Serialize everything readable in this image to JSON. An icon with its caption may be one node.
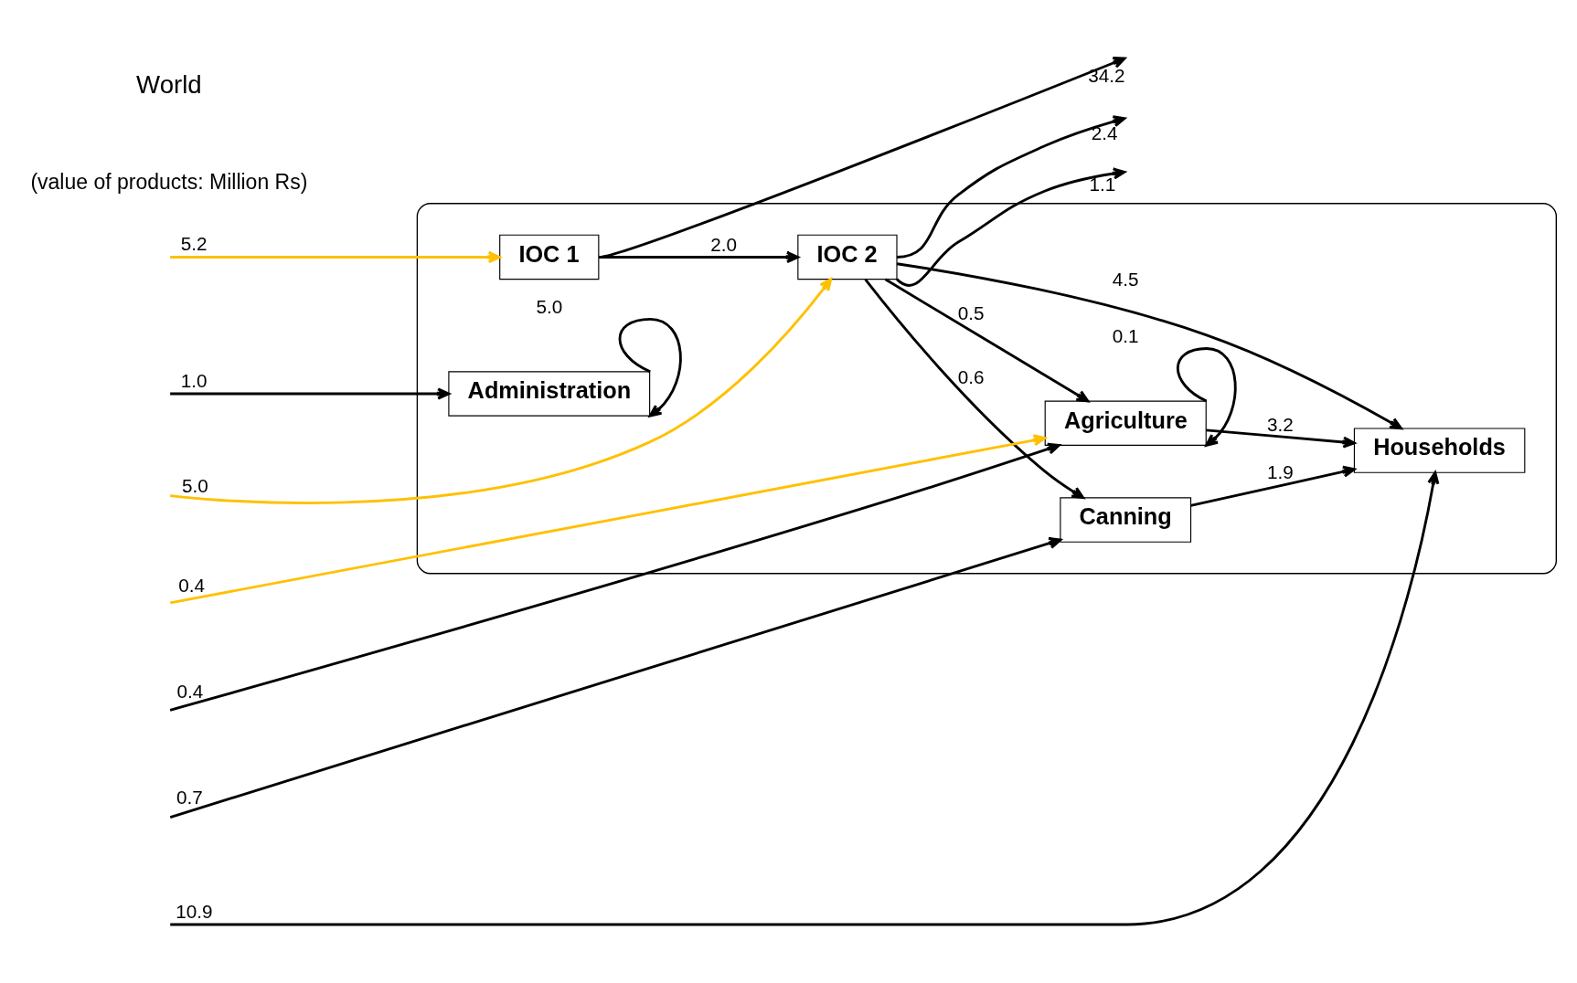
{
  "diagram": {
    "nodes": [
      {
        "text": [],
        "shape": "ellipse"
      },
      {
        "text": [
          "Households"
        ],
        "in": 0
      },
      {
        "text": [
          "Canning"
        ],
        "in": 0
      },
      {
        "text": [
          "Administration"
        ],
        "in": 0
      },
      {
        "text": [
          "Agriculture"
        ],
        "in": 0
      },
      {
        "text": [
          "IOC 1"
        ],
        "in": 0
      },
      {
        "text": [
          "IOC 2"
        ],
        "in": 0
      }
    ],
    "edges": [
      {
        "from": null,
        "to": 2,
        "arrow": "to",
        "label": "0.7"
      },
      {
        "from": 2,
        "to": 1,
        "arrow": "to",
        "label": "1.9"
      },
      {
        "from": null,
        "to": 1,
        "arrow": "to",
        "label": "10.9"
      },
      {
        "from": 4,
        "to": 1,
        "arrow": "to",
        "label": "3.2"
      },
      {
        "from": null,
        "to": 4,
        "arrow": "to",
        "label": "0.4"
      },
      {
        "from": null,
        "to": 3,
        "arrow": "to",
        "label": "1.0"
      },
      {
        "from": 3,
        "to": 3,
        "arrow": "to",
        "label": "5.0"
      },
      {
        "from": 4,
        "to": 4,
        "arrow": "to",
        "label": "0.1"
      },
      {
        "from": null,
        "to": 4,
        "arrow": "to",
        "label": "0.4",
        "color": "#ffc000"
      },
      {
        "from": 6,
        "to": 1,
        "arrow": "to",
        "label": "4.5"
      },
      {
        "from": 6,
        "to": 2,
        "arrow": "to",
        "label": "0.6"
      },
      {
        "from": 5,
        "to": null,
        "arrow": "to",
        "label": "34.2"
      },
      {
        "from": null,
        "to": 5,
        "arrow": "to",
        "label": "5.2",
        "color": "#ffc000"
      },
      {
        "from": 5,
        "to": 6,
        "arrow": "to",
        "label": "2.0"
      },
      {
        "from": 6,
        "to": 4,
        "arrow": "to",
        "label": "0.5"
      },
      {
        "from": null,
        "to": 6,
        "arrow": "to",
        "label": "5.0",
        "color": "#ffc000"
      },
      {
        "from": 6,
        "to": null,
        "arrow": "to",
        "label": "2.4"
      },
      {
        "from": 6,
        "to": null,
        "arrow": "to",
        "label": "1.1"
      }
    ],
    "labels": [
      "(value of products: Million Rs)",
      "World"
    ]
  }
}
